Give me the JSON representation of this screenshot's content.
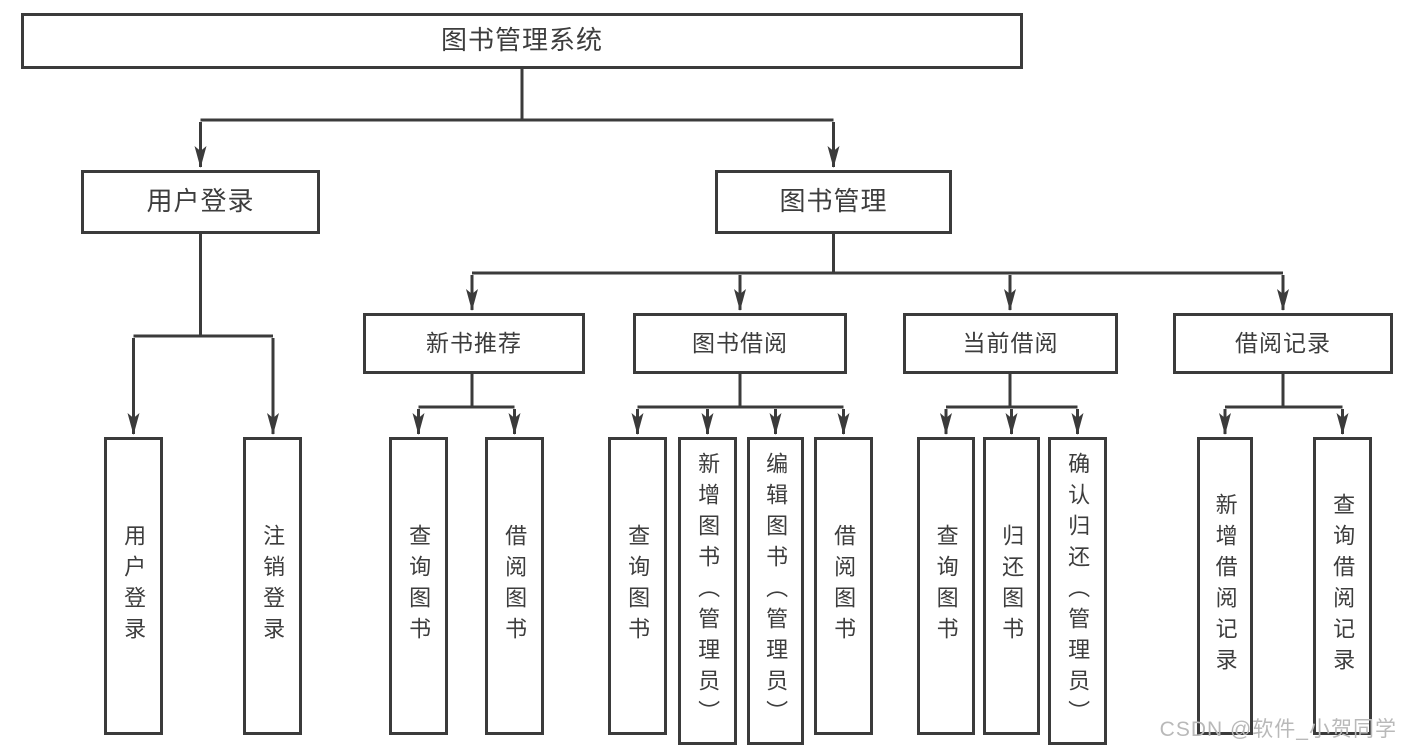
{
  "diagram": {
    "watermark": "CSDN @软件_小贺同学",
    "colors": {
      "line": "#3b3b3b",
      "text": "#3d3d3d",
      "watermark": "#b9b9b9",
      "background": "#ffffff",
      "node_fill": "#ffffff"
    },
    "nodes": [
      {
        "id": "system",
        "label": "图书管理系统",
        "level": 1,
        "parent": null
      },
      {
        "id": "user-login",
        "label": "用户登录",
        "level": 2,
        "parent": "system"
      },
      {
        "id": "book-management",
        "label": "图书管理",
        "level": 2,
        "parent": "system"
      },
      {
        "id": "new-book-recommend",
        "label": "新书推荐",
        "level": 3,
        "parent": "book-management"
      },
      {
        "id": "book-borrow",
        "label": "图书借阅",
        "level": 3,
        "parent": "book-management"
      },
      {
        "id": "current-borrow",
        "label": "当前借阅",
        "level": 3,
        "parent": "book-management"
      },
      {
        "id": "borrow-records",
        "label": "借阅记录",
        "level": 3,
        "parent": "book-management"
      },
      {
        "id": "leaf-user-login",
        "label": "用户登录",
        "level": 4,
        "parent": "user-login"
      },
      {
        "id": "leaf-logout",
        "label": "注销登录",
        "level": 4,
        "parent": "user-login"
      },
      {
        "id": "leaf-query-book-1",
        "label": "查询图书",
        "level": 4,
        "parent": "new-book-recommend"
      },
      {
        "id": "leaf-borrow-book-1",
        "label": "借阅图书",
        "level": 4,
        "parent": "new-book-recommend"
      },
      {
        "id": "leaf-query-book-2",
        "label": "查询图书",
        "level": 4,
        "parent": "book-borrow"
      },
      {
        "id": "leaf-add-book",
        "label": "新增图书（管理员）",
        "level": 4,
        "parent": "book-borrow"
      },
      {
        "id": "leaf-edit-book",
        "label": "编辑图书（管理员）",
        "level": 4,
        "parent": "book-borrow"
      },
      {
        "id": "leaf-borrow-book-2",
        "label": "借阅图书",
        "level": 4,
        "parent": "book-borrow"
      },
      {
        "id": "leaf-query-book-3",
        "label": "查询图书",
        "level": 4,
        "parent": "current-borrow"
      },
      {
        "id": "leaf-return-book",
        "label": "归还图书",
        "level": 4,
        "parent": "current-borrow"
      },
      {
        "id": "leaf-confirm-return",
        "label": "确认归还（管理员）",
        "level": 4,
        "parent": "current-borrow"
      },
      {
        "id": "leaf-add-record",
        "label": "新增借阅记录",
        "level": 4,
        "parent": "borrow-records"
      },
      {
        "id": "leaf-query-record",
        "label": "查询借阅记录",
        "level": 4,
        "parent": "borrow-records"
      }
    ]
  }
}
